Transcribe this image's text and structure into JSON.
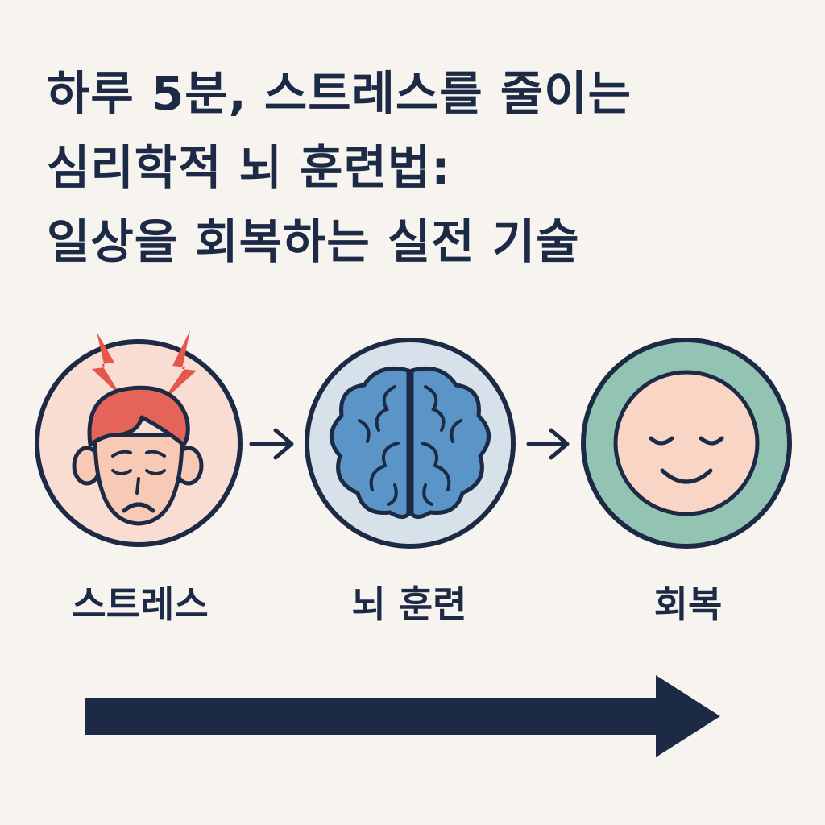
{
  "title": {
    "line1": "하루 5분, 스트레스를 줄이는",
    "line2": "심리학적 뇌 훈련법:",
    "line3": "일상을 회복하는 실전 기술"
  },
  "steps": [
    {
      "label": "스트레스",
      "icon": "stressed-face-icon",
      "color": "#f9dcd2"
    },
    {
      "label": "뇌 훈련",
      "icon": "brain-icon",
      "color": "#d6e1ea"
    },
    {
      "label": "회복",
      "icon": "calm-smiling-face-icon",
      "color": "#93c4b3"
    }
  ],
  "colors": {
    "background": "#f7f4ef",
    "ink": "#1c2a45",
    "accent_red": "#e5564b",
    "brain_blue": "#5b94c7",
    "skin": "#f8c9b4"
  }
}
